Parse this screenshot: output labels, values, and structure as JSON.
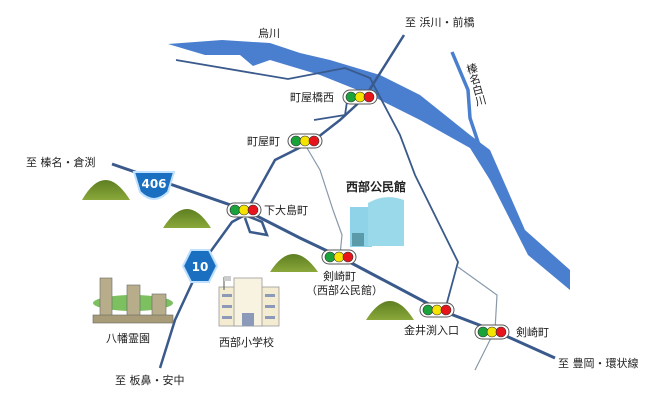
{
  "colors": {
    "river": "#4a7fcf",
    "road": "#3a5a8c",
    "minor_road": "#8899aa",
    "hill": "#6b8c2a",
    "building": "#8fd3e8",
    "shield": "#1a6fc0"
  },
  "rivers": [
    {
      "label": "烏川"
    },
    {
      "label": "榛名白川"
    }
  ],
  "routes": [
    {
      "number": "406"
    },
    {
      "number": "10"
    }
  ],
  "destinations": {
    "north": "至 浜川・前橋",
    "west": "至 榛名・倉渕",
    "south": "至 板鼻・安中",
    "east": "至 豊岡・環状線"
  },
  "intersections": [
    {
      "label": "町屋橋西"
    },
    {
      "label": "町屋町"
    },
    {
      "label": "下大島町"
    },
    {
      "label": "剣崎町",
      "sub": "（西部公民館）"
    },
    {
      "label": "金井渕入口"
    },
    {
      "label": "剣崎町"
    }
  ],
  "landmarks": [
    {
      "label": "西部公民館",
      "icon": "community-center-icon"
    },
    {
      "label": "西部小学校",
      "icon": "school-icon"
    },
    {
      "label": "八幡霊園",
      "icon": "cemetery-icon"
    }
  ],
  "traffic_signal_colors": [
    "#1aa33a",
    "#f5e400",
    "#e8141c"
  ]
}
